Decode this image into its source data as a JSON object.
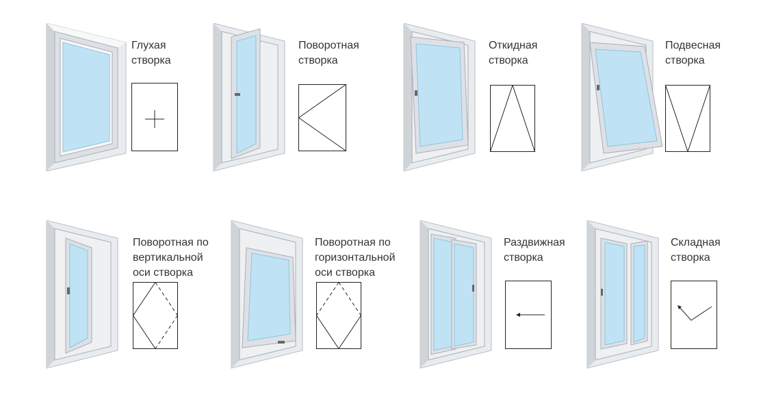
{
  "colors": {
    "frame_light": "#f3f5f7",
    "frame_mid": "#d9dde1",
    "frame_dark": "#a9afb5",
    "glass": "#bfe3f5",
    "glass_edge": "#8fc3de",
    "stroke": "#222222"
  },
  "sash_types": [
    {
      "id": "fixed",
      "label": "Глухая\nстворка",
      "scheme": "cross"
    },
    {
      "id": "turn",
      "label": "Поворотная\nстворка",
      "scheme": "turn"
    },
    {
      "id": "tilt",
      "label": "Откидная\nстворка",
      "scheme": "tilt"
    },
    {
      "id": "hung",
      "label": "Подвесная\nстворка",
      "scheme": "hung"
    },
    {
      "id": "vertical-pivot",
      "label": "Поворотная по\nвертикальной\nоси створка",
      "scheme": "diamond-vertical"
    },
    {
      "id": "horizontal-pivot",
      "label": "Поворотная по\nгоризонтальной\nоси створка",
      "scheme": "diamond-horizontal"
    },
    {
      "id": "sliding",
      "label": "Раздвижная\nстворка",
      "scheme": "slide"
    },
    {
      "id": "folding",
      "label": "Складная\nстворка",
      "scheme": "fold"
    }
  ]
}
